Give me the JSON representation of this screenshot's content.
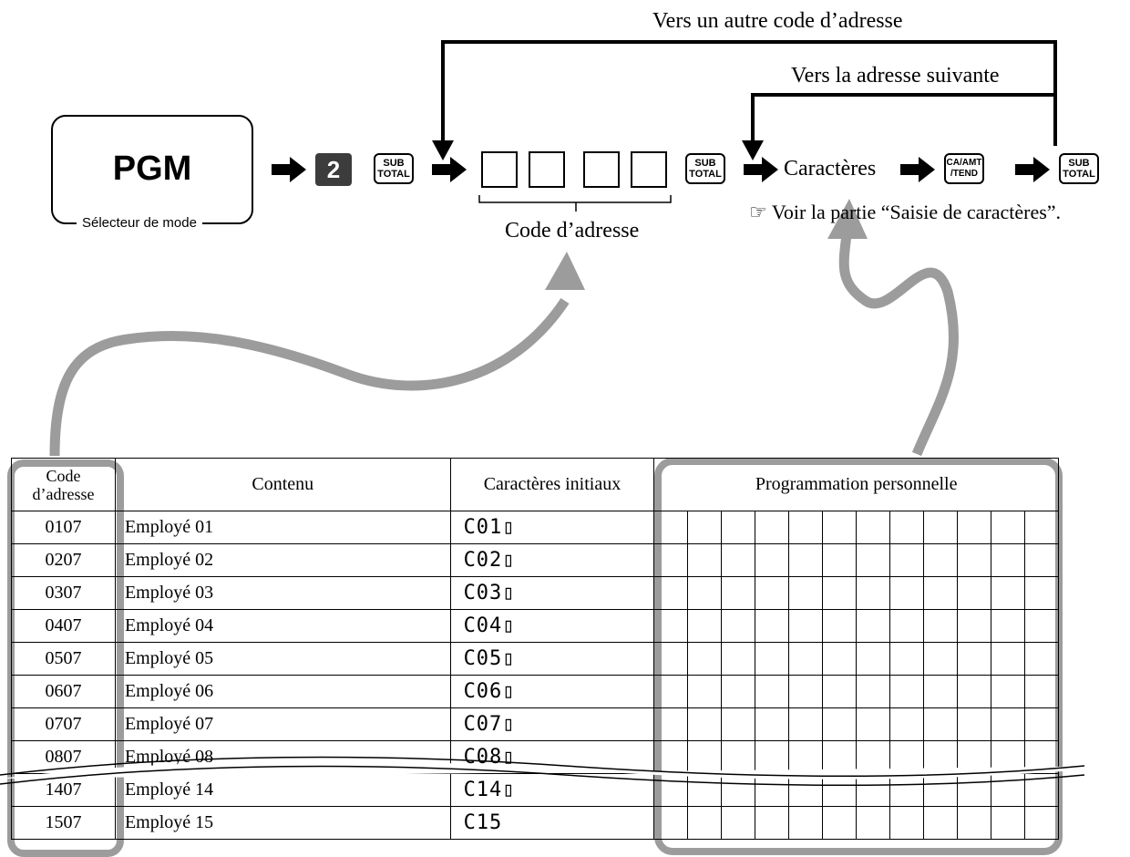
{
  "labels": {
    "other_address": "Vers un autre code d’adresse",
    "next_address": "Vers la adresse suivante",
    "address_code": "Code d’adresse",
    "characters": "Caractères",
    "see_part": "Voir la partie “Saisie de caractères”."
  },
  "keys": {
    "mode_key": "PGM",
    "mode_caption": "Sélecteur de mode",
    "num_key": "2",
    "subtotal_line1": "SUB",
    "subtotal_line2": "TOTAL",
    "ca_line1": "CA/AMT",
    "ca_line2": "/TEND"
  },
  "icons": {
    "hand_pointer": "pointing-hand-icon"
  },
  "table": {
    "headers": {
      "code_line1": "Code",
      "code_line2": "d’adresse",
      "content": "Contenu",
      "initial": "Caractères initiaux",
      "personal": "Programmation personnelle"
    },
    "rows": [
      {
        "code": "0107",
        "content": "Employé 01",
        "initial": "C01▯"
      },
      {
        "code": "0207",
        "content": "Employé 02",
        "initial": "C02▯"
      },
      {
        "code": "0307",
        "content": "Employé 03",
        "initial": "C03▯"
      },
      {
        "code": "0407",
        "content": "Employé 04",
        "initial": "C04▯"
      },
      {
        "code": "0507",
        "content": "Employé 05",
        "initial": "C05▯"
      },
      {
        "code": "0607",
        "content": "Employé 06",
        "initial": "C06▯"
      },
      {
        "code": "0707",
        "content": "Employé 07",
        "initial": "C07▯"
      },
      {
        "code": "0807",
        "content": "Employé 08",
        "initial": "C08▯"
      },
      {
        "code": "1407",
        "content": "Employé 14",
        "initial": "C14▯"
      },
      {
        "code": "1507",
        "content": "Employé 15",
        "initial": "C15"
      }
    ]
  }
}
